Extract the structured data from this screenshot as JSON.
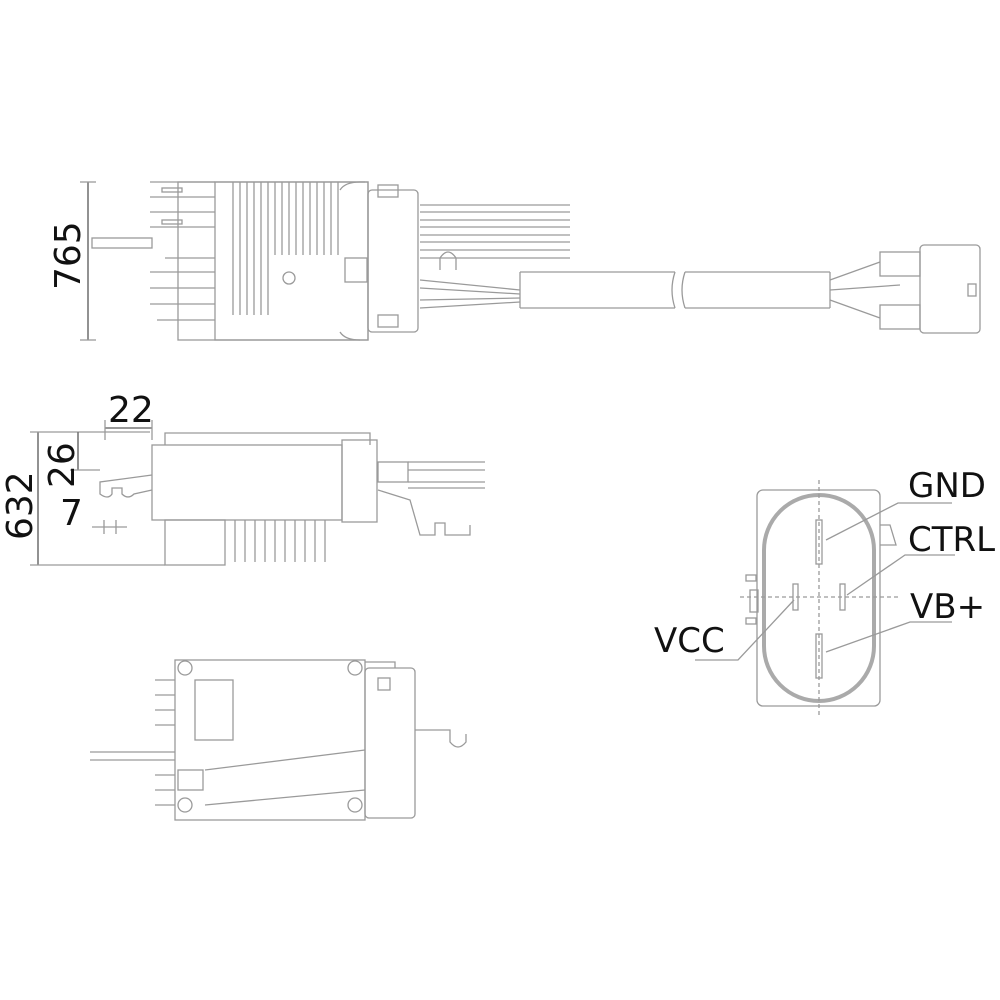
{
  "dimensions": {
    "length": "765",
    "height": "632",
    "offset_top": "26",
    "offset_side": "22",
    "hook": "7"
  },
  "pinout": {
    "gnd": "GND",
    "ctrl": "CTRL",
    "vb_plus": "VB+",
    "vcc": "VCC"
  }
}
